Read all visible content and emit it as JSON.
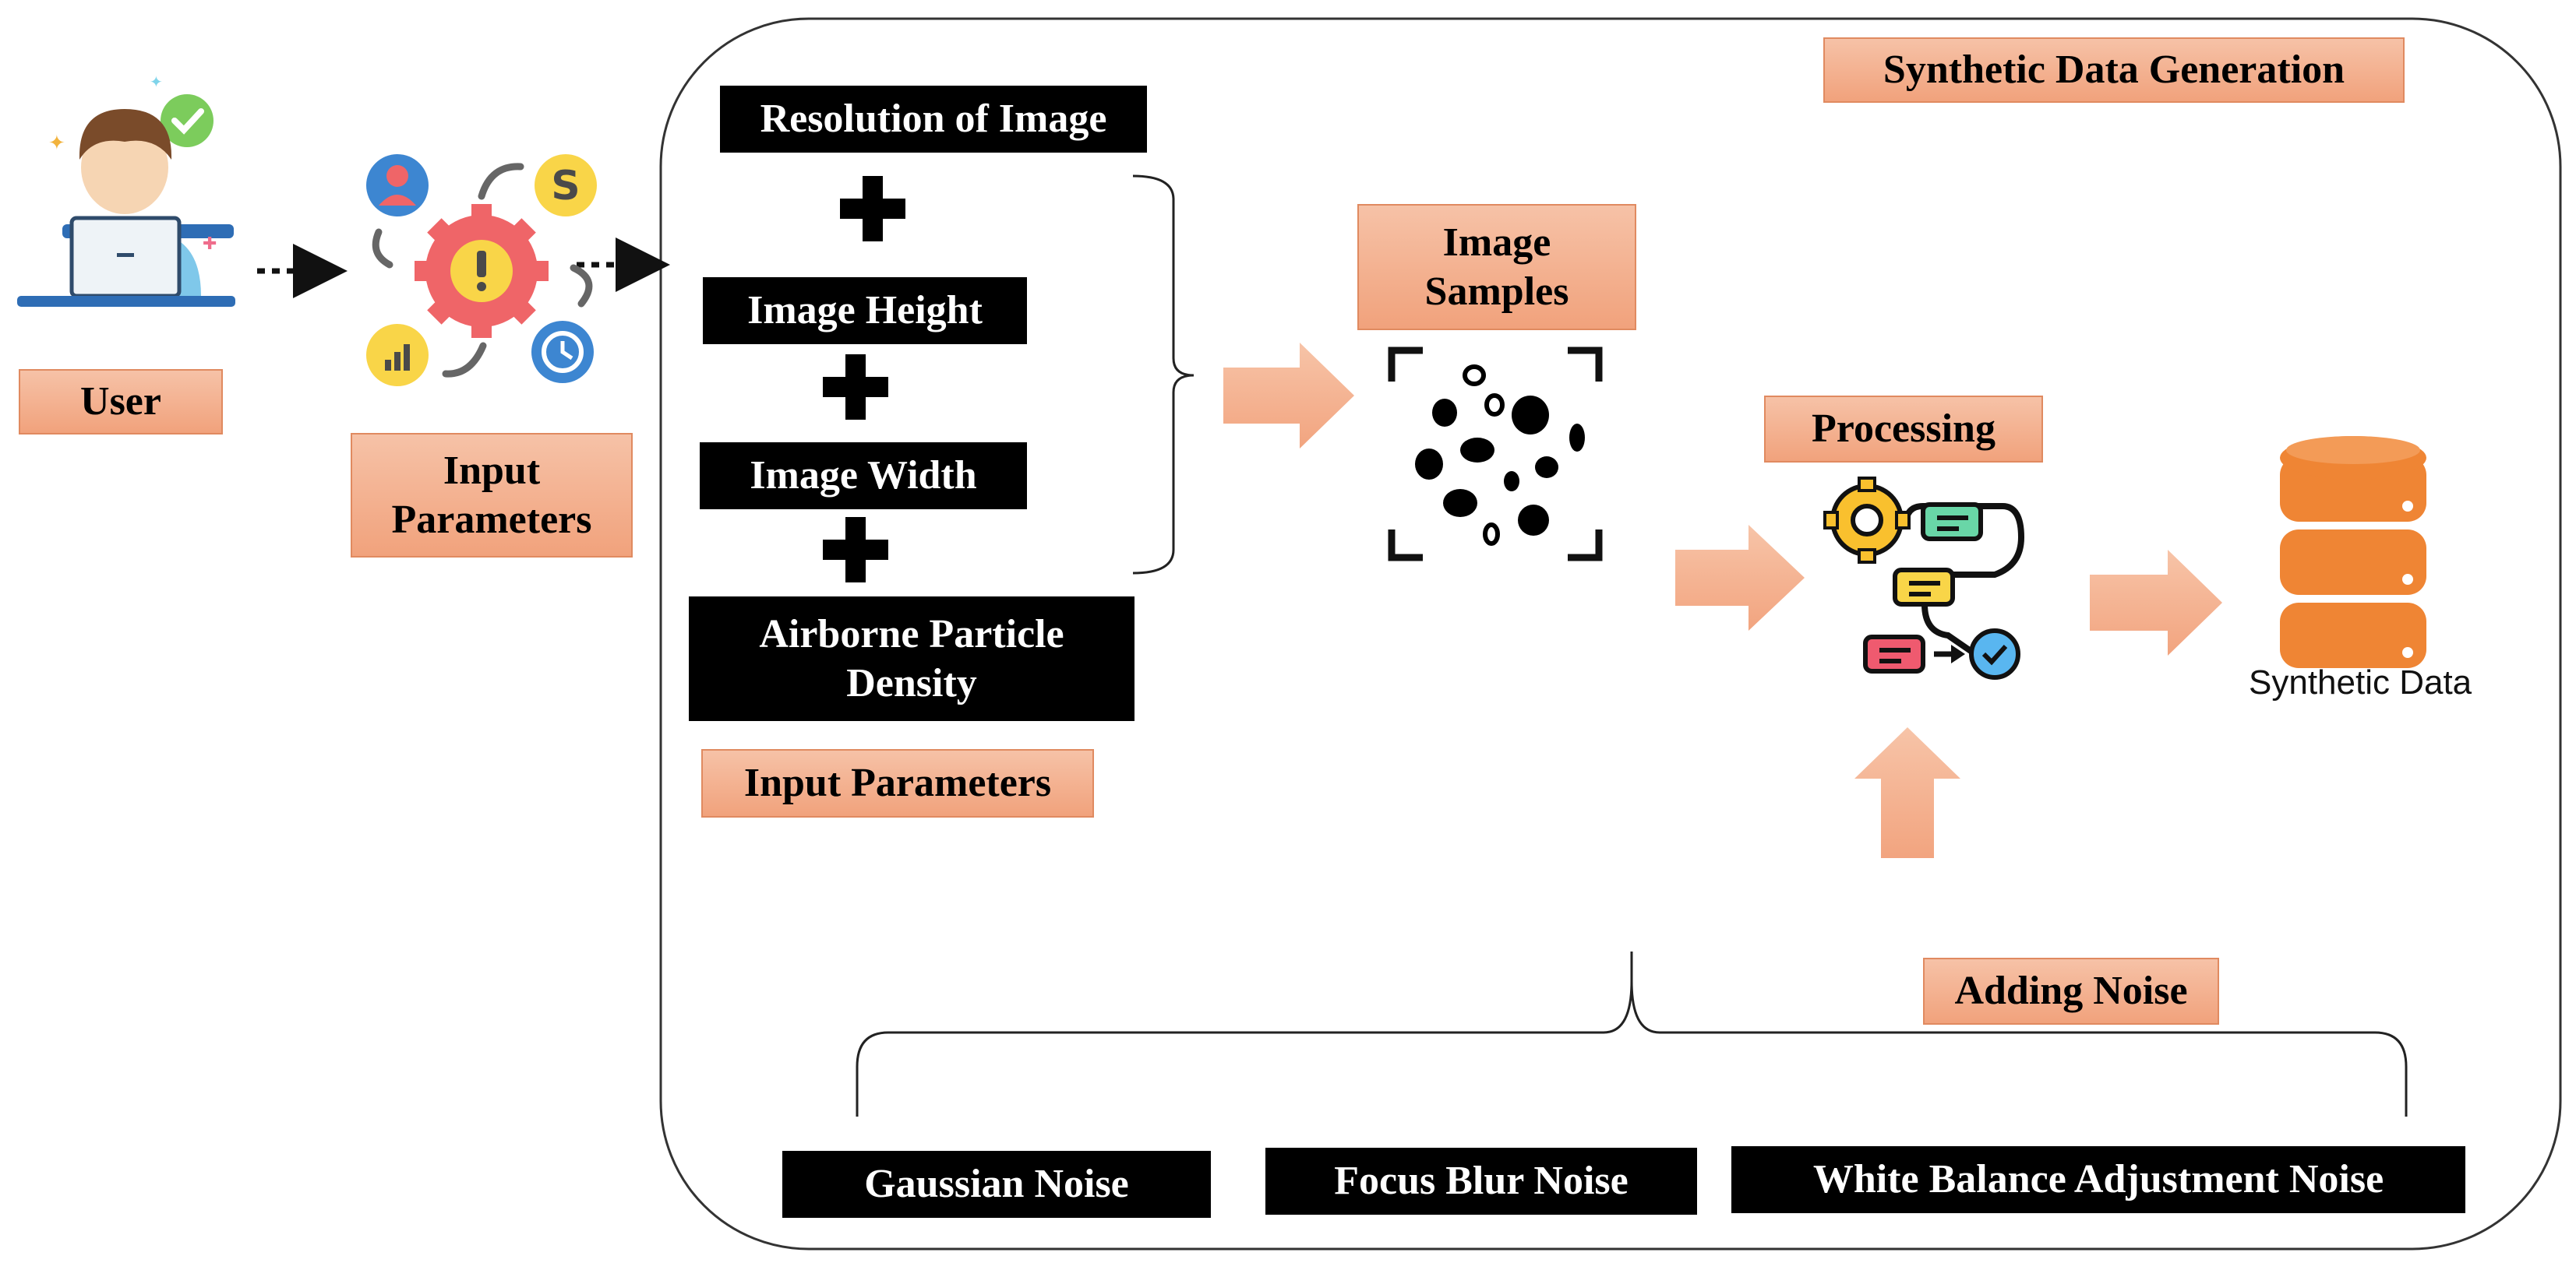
{
  "title": "Synthetic Data Generation",
  "user": {
    "label": "User"
  },
  "input_parameters_left": {
    "label": "Input Parameters"
  },
  "parameters": {
    "resolution": "Resolution of Image",
    "height": "Image Height",
    "width": "Image Width",
    "density": "Airborne Particle Density",
    "group_label": "Input Parameters"
  },
  "image_samples": {
    "label": "Image Samples"
  },
  "processing": {
    "label": "Processing"
  },
  "output": {
    "label": "Synthetic Data"
  },
  "noise": {
    "label": "Adding Noise",
    "gaussian": "Gaussian Noise",
    "focus_blur": "Focus Blur Noise",
    "white_balance": "White Balance Adjustment Noise"
  },
  "colors": {
    "peach_top": "#f6c2a7",
    "peach_bottom": "#f1a27c",
    "arrow": "#f4b08c",
    "database": "#ef8534"
  },
  "icons": {
    "user": "user-at-laptop-icon",
    "parameters": "settings-cycle-icon",
    "samples": "particle-samples-icon",
    "processing": "workflow-icon",
    "database": "database-icon"
  }
}
